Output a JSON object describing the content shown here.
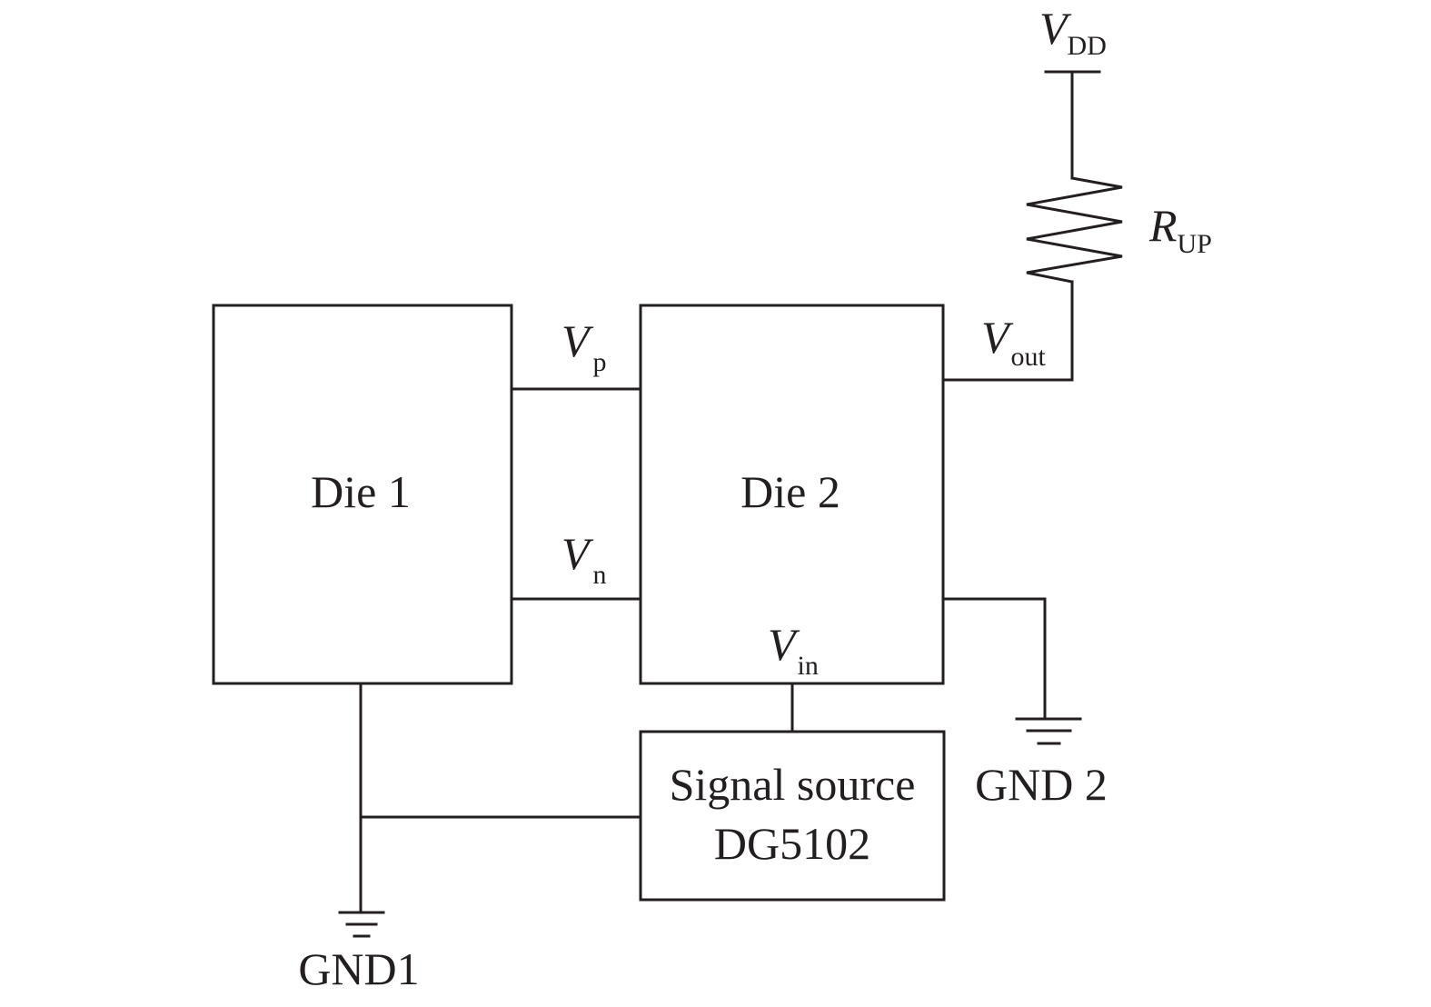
{
  "diagram": {
    "type": "circuit-schematic",
    "blocks": {
      "die1": "Die 1",
      "die2": "Die 2",
      "signal_source_line1": "Signal source",
      "signal_source_line2": "DG5102"
    },
    "signals": {
      "vp": {
        "main": "V",
        "sub": "p"
      },
      "vn": {
        "main": "V",
        "sub": "n"
      },
      "vin": {
        "main": "V",
        "sub": "in"
      },
      "vout": {
        "main": "V",
        "sub": "out"
      },
      "vdd": {
        "main": "V",
        "sub": "DD"
      }
    },
    "resistor": {
      "main": "R",
      "sub": "UP"
    },
    "grounds": {
      "gnd1": "GND1",
      "gnd2": "GND 2"
    },
    "connections": [
      [
        "Die 1",
        "Die 2",
        "Vp"
      ],
      [
        "Die 1",
        "Die 2",
        "Vn"
      ],
      [
        "Signal source DG5102",
        "Die 2",
        "Vin"
      ],
      [
        "Die 2",
        "RUP",
        "Vout"
      ],
      [
        "RUP",
        "VDD"
      ],
      [
        "Die 1",
        "GND1"
      ],
      [
        "Signal source DG5102",
        "GND1"
      ],
      [
        "Die 2",
        "GND 2"
      ]
    ]
  }
}
